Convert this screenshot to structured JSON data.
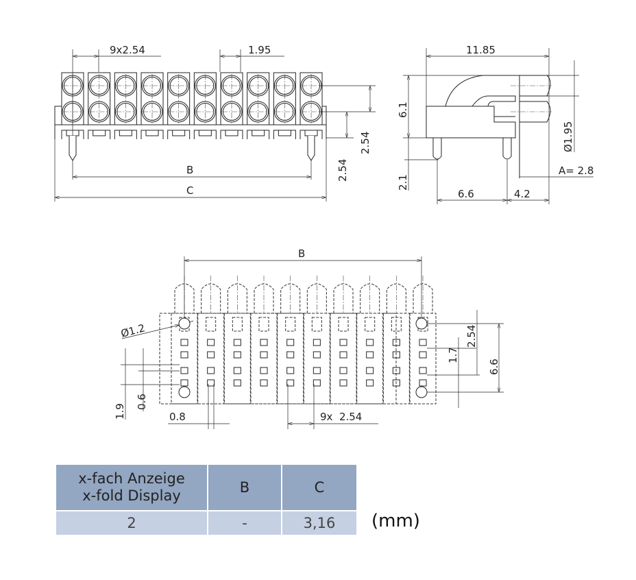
{
  "front_view": {
    "pitch_label": "9x2.54",
    "lens_width_label": "1.95",
    "row_pitch_label": "2.54",
    "pin_height_label": "2.54",
    "b_label": "B",
    "c_label": "C",
    "led_count": 10
  },
  "side_view": {
    "length_label": "11.85",
    "height_label": "6.1",
    "pin_length_label": "2.1",
    "diameter_label": "Ø1.95",
    "a_label": "A= 2.8",
    "pin_spacing_label": "6.6",
    "offset_label": "4.2"
  },
  "bottom_view": {
    "b_label": "B",
    "hole_label": "Ø1.2",
    "row_pitch_label": "2.54",
    "pad_label": "1.7",
    "height_label": "6.6",
    "dim_19_label": "1.9",
    "dim_06_label": "0.6",
    "dim_08_label": "0.8",
    "pitch_label": "9x  2.54"
  },
  "table": {
    "headers": [
      "x-fach Anzeige",
      "x-fold Display",
      "B",
      "C"
    ],
    "rows": [
      [
        "2",
        "-",
        "3,16"
      ]
    ],
    "unit": "(mm)"
  }
}
